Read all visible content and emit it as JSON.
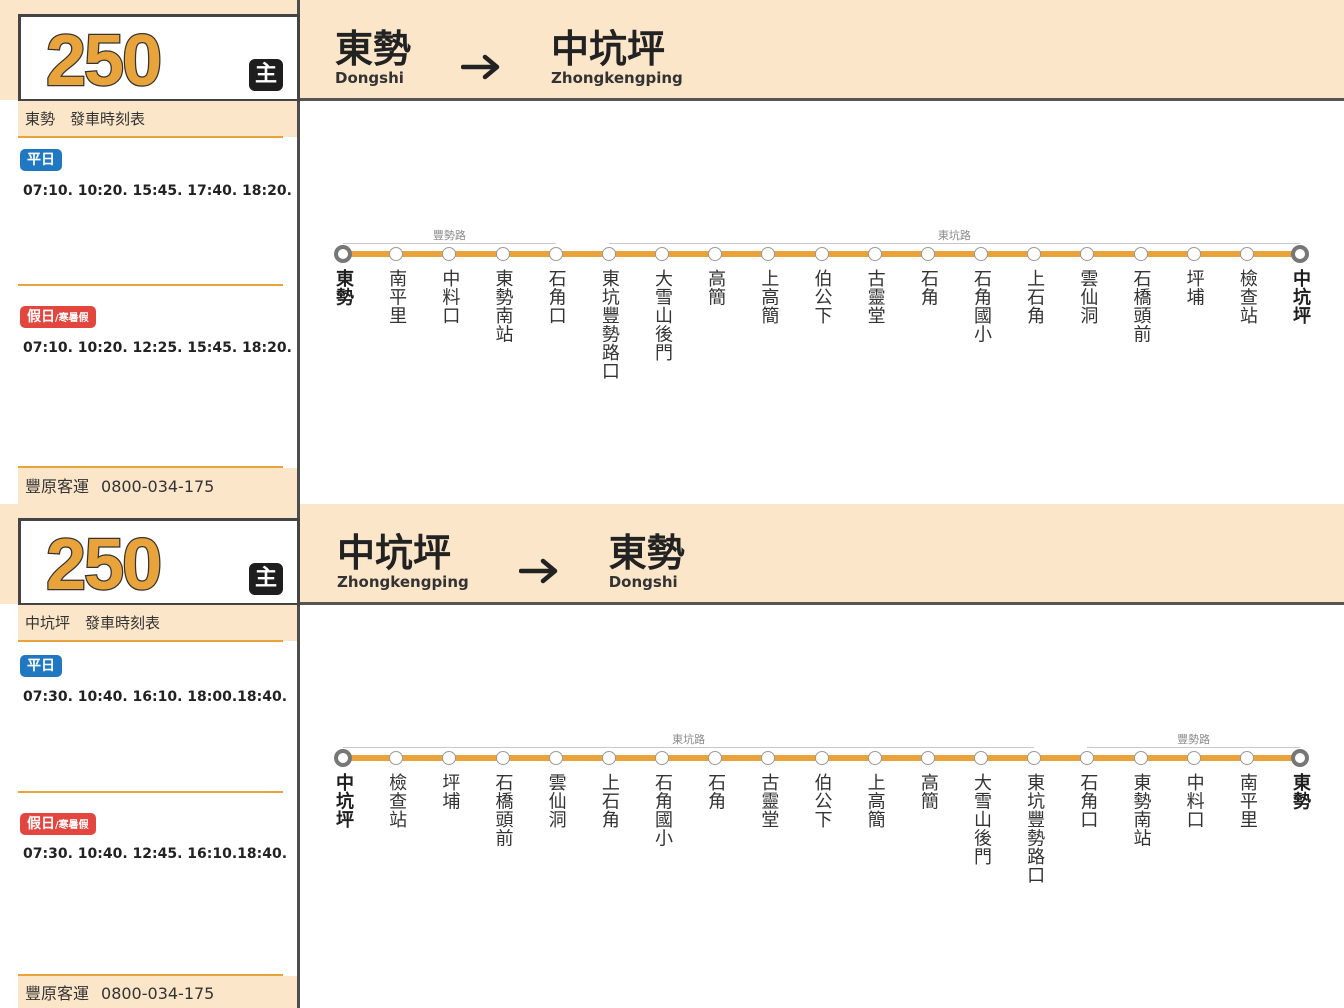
{
  "colors": {
    "accent": "#e8a33a",
    "header_bg": "#fbe6c9",
    "weekday_badge": "#1f78c1",
    "holiday_badge": "#e2463f"
  },
  "panels": [
    {
      "route_number": "250",
      "route_type": "主",
      "from": {
        "zh": "東勢",
        "en": "Dongshi"
      },
      "to": {
        "zh": "中坑坪",
        "en": "Zhongkengping"
      },
      "direction_icon": "arrow-right-icon",
      "timetable_title": "東勢　發車時刻表",
      "weekday": {
        "label": "平日",
        "times": "07:10. 10:20. 15:45. 17:40. 18:20."
      },
      "holiday": {
        "label": "假日",
        "sublabel": "/寒暑假",
        "times": "07:10. 10:20. 12:25. 15:45. 18:20."
      },
      "operator": "豐原客運",
      "phone": "0800-034-175",
      "roads": [
        {
          "name": "豐勢路",
          "first_stop": 0,
          "last_stop": 4
        },
        {
          "name": "東坑路",
          "first_stop": 5,
          "last_stop": 18
        }
      ],
      "stops": [
        "東勢",
        "南平里",
        "中料口",
        "東勢南站",
        "石角口",
        "東坑豐勢路口",
        "大雪山後門",
        "高簡",
        "上高簡",
        "伯公下",
        "古靈堂",
        "石角",
        "石角國小",
        "上石角",
        "雲仙洞",
        "石橋頭前",
        "坪埔",
        "檢查站",
        "中坑坪"
      ]
    },
    {
      "route_number": "250",
      "route_type": "主",
      "from": {
        "zh": "中坑坪",
        "en": "Zhongkengping"
      },
      "to": {
        "zh": "東勢",
        "en": "Dongshi"
      },
      "direction_icon": "arrow-right-icon",
      "timetable_title": "中坑坪　發車時刻表",
      "weekday": {
        "label": "平日",
        "times": "07:30. 10:40. 16:10. 18:00.18:40."
      },
      "holiday": {
        "label": "假日",
        "sublabel": "/寒暑假",
        "times": "07:30. 10:40. 12:45. 16:10.18:40."
      },
      "operator": "豐原客運",
      "phone": "0800-034-175",
      "roads": [
        {
          "name": "東坑路",
          "first_stop": 0,
          "last_stop": 13
        },
        {
          "name": "豐勢路",
          "first_stop": 14,
          "last_stop": 18
        }
      ],
      "stops": [
        "中坑坪",
        "檢查站",
        "坪埔",
        "石橋頭前",
        "雲仙洞",
        "上石角",
        "石角國小",
        "石角",
        "古靈堂",
        "伯公下",
        "上高簡",
        "高簡",
        "大雪山後門",
        "東坑豐勢路口",
        "石角口",
        "東勢南站",
        "中料口",
        "南平里",
        "東勢"
      ]
    }
  ]
}
